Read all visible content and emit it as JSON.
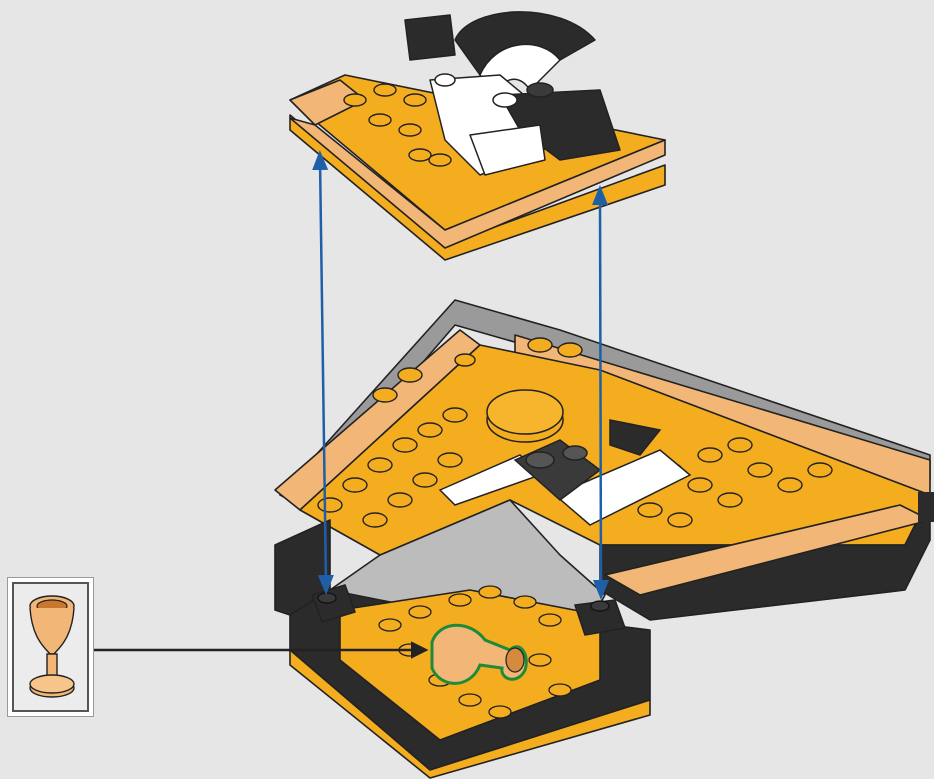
{
  "diagram": {
    "kind": "lego-build-step",
    "arrows": [
      {
        "name": "attach-arrow-left",
        "color": "#1f5fa8"
      },
      {
        "name": "attach-arrow-right",
        "color": "#1f5fa8"
      }
    ],
    "callout": {
      "part": "goblet-icon",
      "part_color": "#f2b676",
      "highlight_color": "#1f8a3a"
    },
    "colors": {
      "background": "#e6e6e6",
      "brick_yellow": "#f4ad1f",
      "tile_tan": "#f2b676",
      "brick_black": "#2b2b2b",
      "brick_white": "#ffffff",
      "brick_gray": "#8e8e8e"
    }
  }
}
